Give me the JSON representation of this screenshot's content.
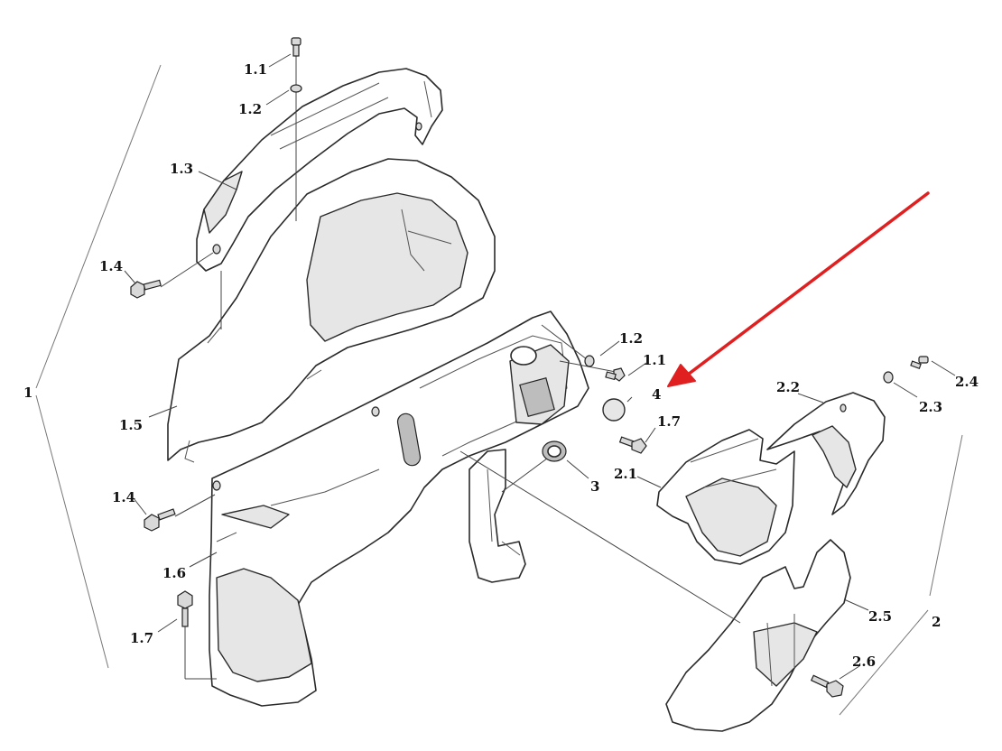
{
  "labels": {
    "group_1": "1",
    "group_2": "2",
    "p_1_1_top": "1.1",
    "p_1_2_top": "1.2",
    "p_1_3": "1.3",
    "p_1_4_upper": "1.4",
    "p_1_4_lower": "1.4",
    "p_1_5": "1.5",
    "p_1_6": "1.6",
    "p_1_7_left": "1.7",
    "p_1_2_mid": "1.2",
    "p_1_1_mid": "1.1",
    "p_1_7_mid": "1.7",
    "p_3": "3",
    "p_4": "4",
    "p_2_1": "2.1",
    "p_2_2": "2.2",
    "p_2_3": "2.3",
    "p_2_4": "2.4",
    "p_2_5": "2.5",
    "p_2_6": "2.6"
  },
  "colors": {
    "line": "#2a2a2a",
    "shade": "#e6e6e6",
    "arrow": "#e02020"
  }
}
